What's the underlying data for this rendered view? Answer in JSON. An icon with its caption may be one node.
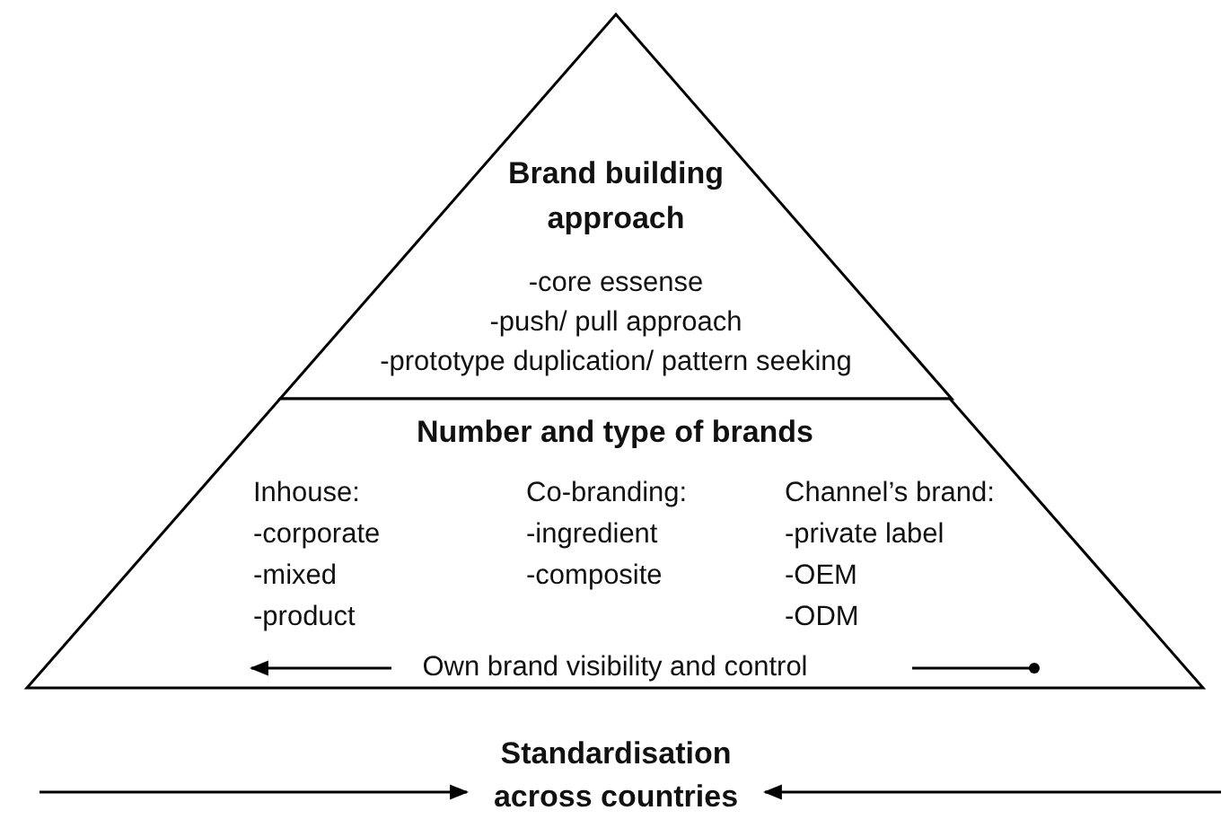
{
  "diagram": {
    "nodes": [
      {
        "text": [
          "Brand building approach",
          "-core essense",
          "-push/ pull approach",
          "-prototype duplication/ pattern seeking"
        ]
      },
      {
        "text": [
          "Number and type of brands",
          "Inhouse:",
          "-corporate",
          "-mixed",
          "-product",
          "Co-branding:",
          "-ingredient",
          "-composite",
          "Channel’s brand:",
          "-private label",
          "-OEM",
          "-ODM",
          "Own brand visibility and control"
        ]
      },
      {
        "text": [
          "Standardisation across countries"
        ]
      }
    ],
    "edges": [
      {
        "from": null,
        "to": 2,
        "arrow": "to"
      },
      {
        "from": null,
        "to": 2,
        "arrow": "to"
      }
    ]
  }
}
